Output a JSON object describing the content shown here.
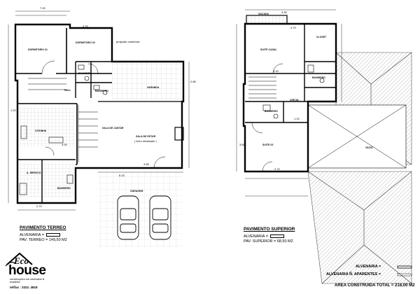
{
  "ground_floor": {
    "title": "PAVIMENTO TERREO",
    "legend_masonry_label": "ALVENARIA =",
    "area_label": "PAV. TERREO = 149,50 M2",
    "rooms": {
      "bedroom_1": "DORMITORIO 01",
      "bedroom_2": "DORMITORIO 02",
      "kitchen": "COSINHA",
      "dining_living": "SALA DE JANTAR",
      "living_room": "SALA DE ESTAR",
      "porch": "VARANDA",
      "laundry": "A. SERVICO",
      "bathroom": "BANHEIRO",
      "hall": "HALL",
      "garage": "GARAGEM"
    },
    "notes": {
      "ceiling_note": "( forro rebaixado )",
      "projection_note": "projeção cobertura"
    },
    "dimensions": [
      "7.20",
      "3.75",
      "3.20",
      "4.65",
      "6.15",
      "2.85",
      "1.20",
      "2.70"
    ]
  },
  "upper_floor": {
    "title": "PAVIMENTO SUPERIOR",
    "legend_masonry_label": "ALVENARIA =",
    "area_label": "PAV. SUPERIOR = 68,50 M2",
    "rooms": {
      "suite": "SUITE CASAL",
      "closet": "CLOSET",
      "suite_2": "SUITE 02",
      "void": "VAZIO",
      "bathroom": "BANHEIRO",
      "balcony": "SACADA",
      "circulation": "CIRCUL."
    },
    "dimensions": [
      "3.30",
      "4.70",
      "4.20",
      "1.10",
      "3.60",
      "2.70"
    ]
  },
  "legend": {
    "masonry": "ALVENARIA =",
    "exposed_masonry": "ALVENARIA Ñ. APARENTES =",
    "total_area": "AREA CONSTRUIDA TOTAL = 218,00 M2"
  },
  "logo": {
    "brand_eco": "Eco",
    "brand_house": "house",
    "tagline": "construções em alvenaria & madeira",
    "contact": "tel/fax : 3322. 4818"
  }
}
